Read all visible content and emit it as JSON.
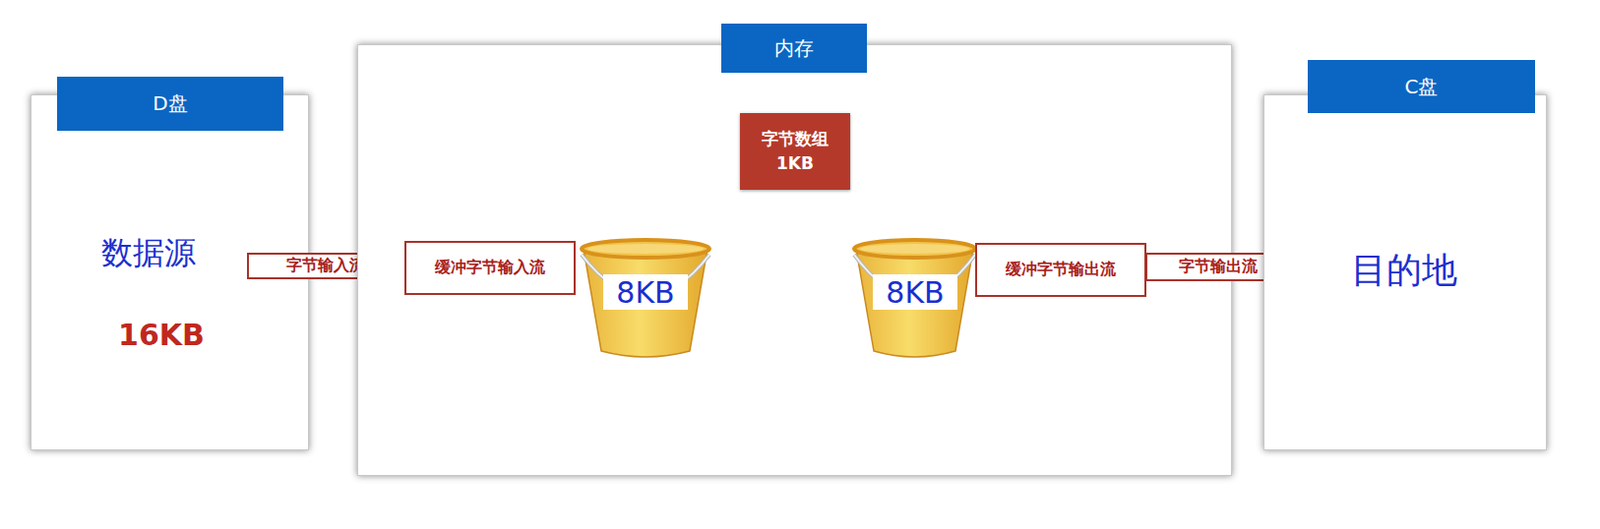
{
  "diagram": {
    "nodes": [
      {
        "text": [
          "D盘",
          "数据源",
          "16KB"
        ]
      },
      {
        "text": [
          "字节输入流"
        ]
      },
      {
        "text": [
          "内存"
        ]
      },
      {
        "text": [
          "字节数组 1KB"
        ],
        "in": 2
      },
      {
        "text": [
          "缓冲字节输入流"
        ],
        "in": 2
      },
      {
        "text": [
          "8KB"
        ],
        "in": 2
      },
      {
        "text": [
          "8KB"
        ],
        "in": 2
      },
      {
        "text": [
          "缓冲字节输出流"
        ],
        "in": 2
      },
      {
        "text": [
          "字节输出流"
        ]
      },
      {
        "text": [
          "C盘",
          "目的地"
        ]
      }
    ]
  }
}
